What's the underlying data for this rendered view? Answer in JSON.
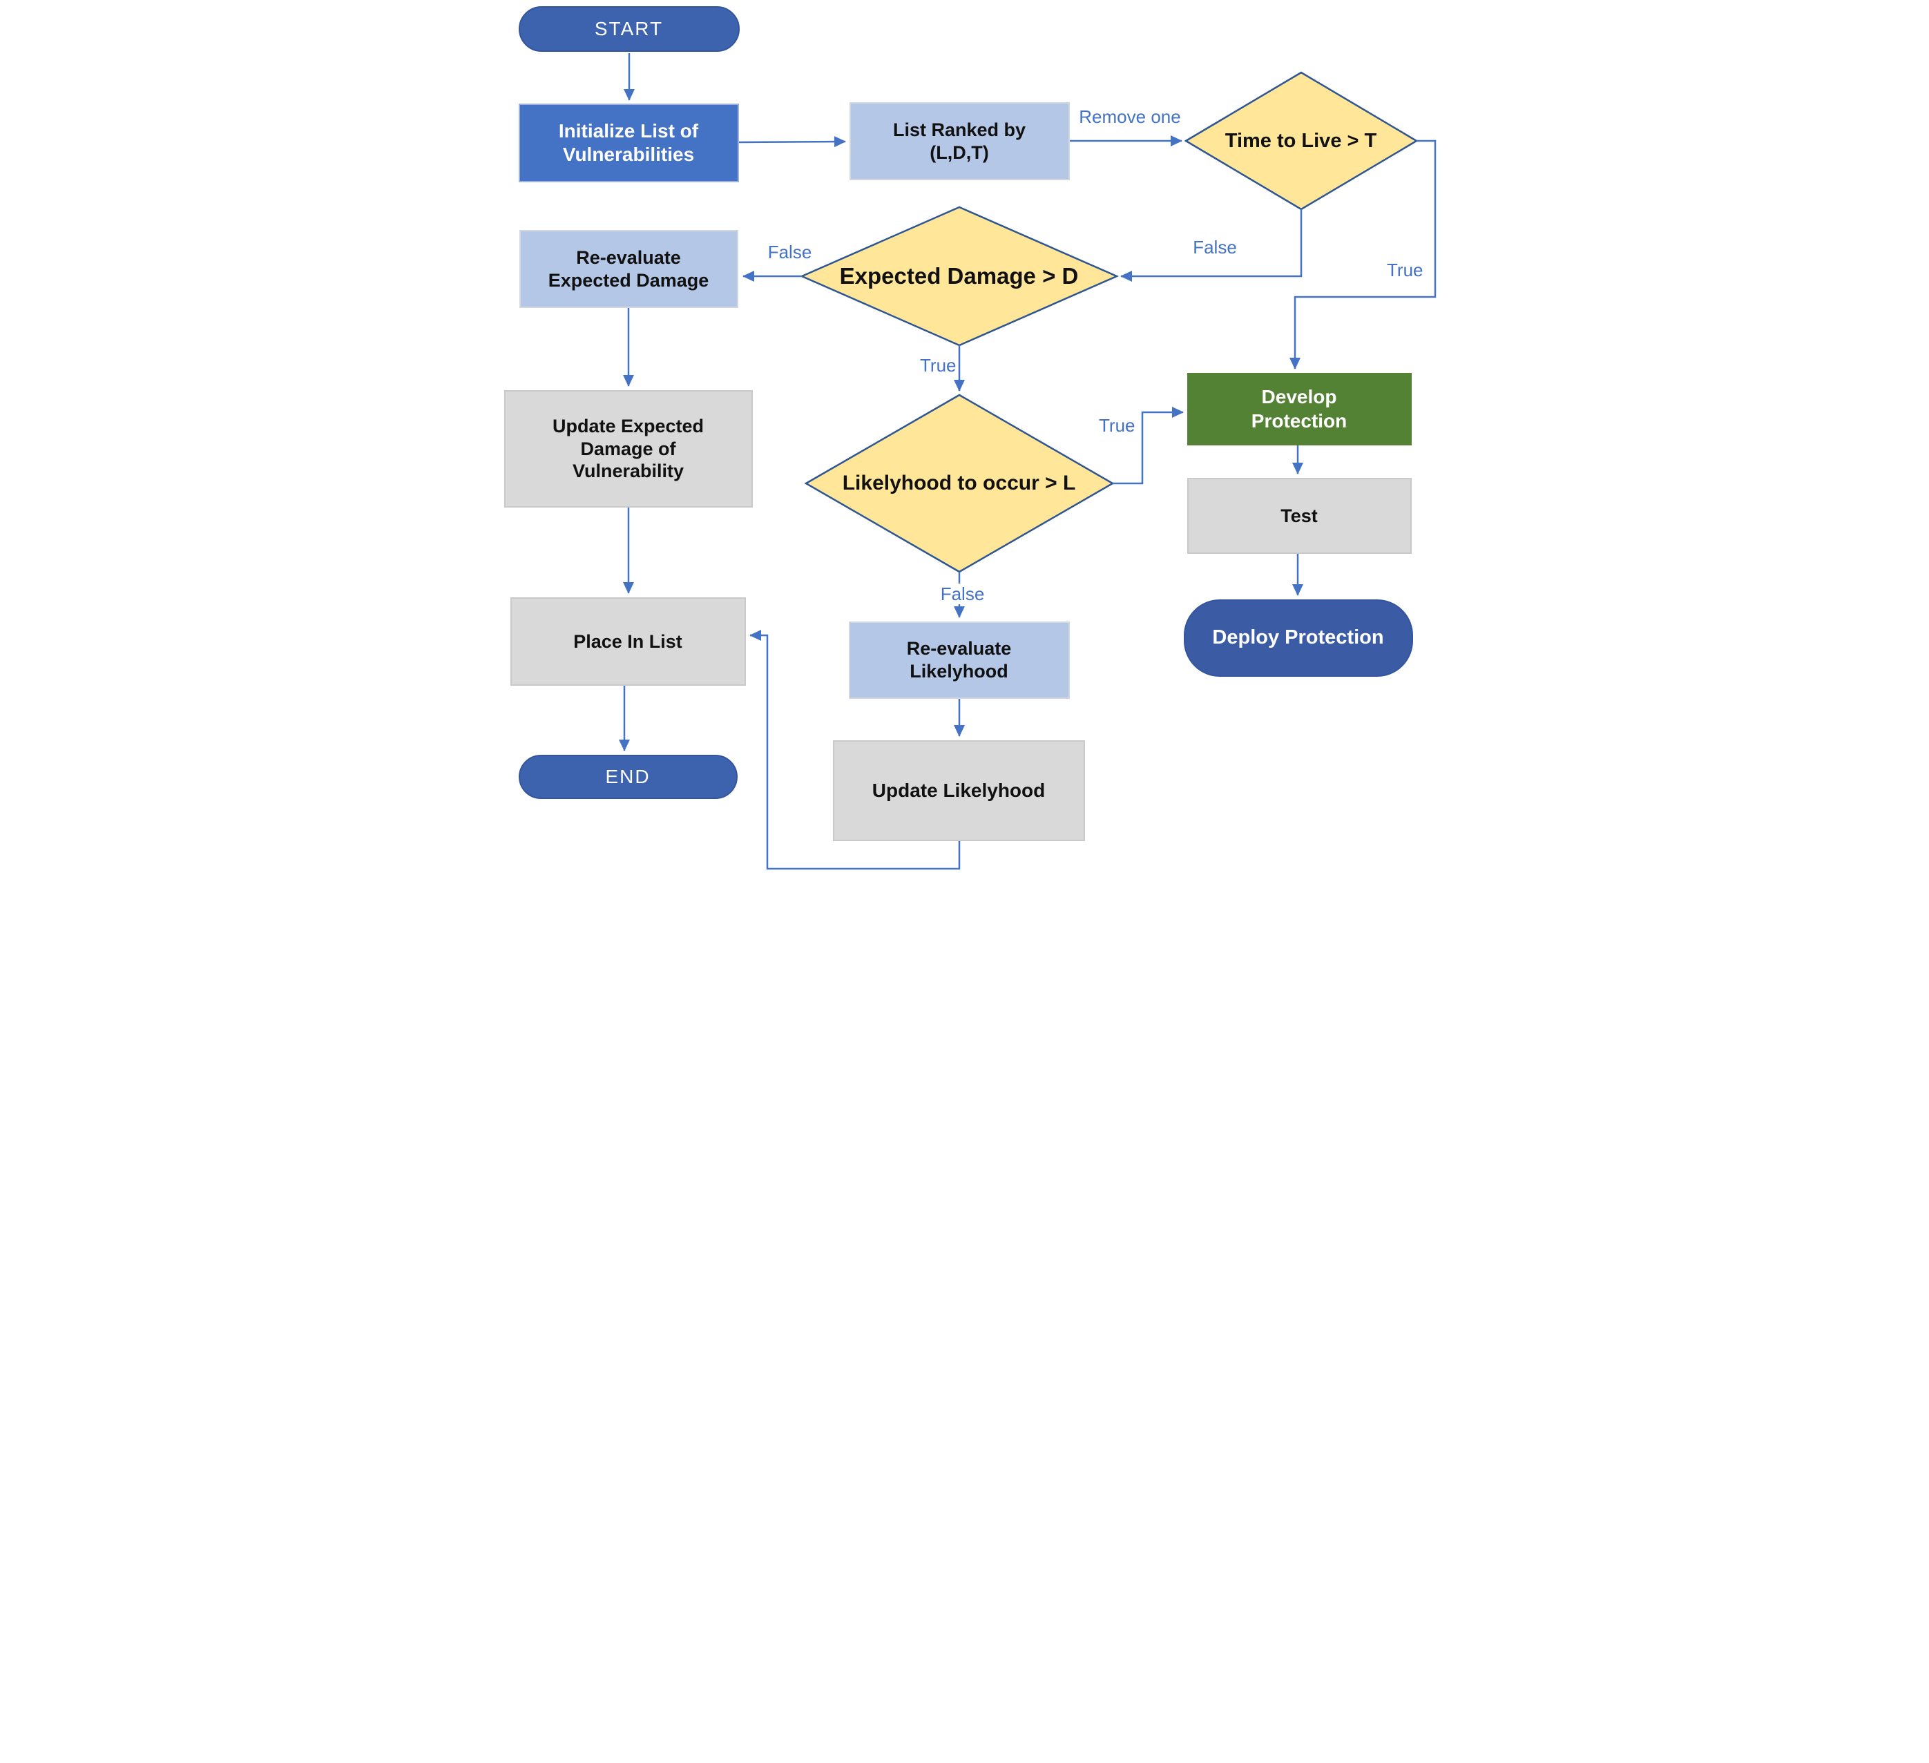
{
  "colors": {
    "arrow_blue": "#4472C4",
    "process_blue": "#4472C4",
    "process_light_blue": "#B4C7E7",
    "process_gray": "#D9D9D9",
    "process_green": "#548235",
    "terminator_blue": "#3E63AE",
    "diamond_fill": "#FFE699",
    "diamond_border": "#2E5693"
  },
  "nodes": {
    "start": {
      "label": "START",
      "type": "terminator"
    },
    "initialize": {
      "label": "Initialize List of\nVulnerabilities",
      "type": "process"
    },
    "list_ranked": {
      "label": "List Ranked by\n(L,D,T)",
      "type": "process"
    },
    "time_to_live": {
      "label": "Time to Live > T",
      "type": "decision"
    },
    "expected_damage": {
      "label": "Expected Damage > D",
      "type": "decision"
    },
    "reevaluate_expected": {
      "label": "Re-evaluate\nExpected Damage",
      "type": "process"
    },
    "update_expected": {
      "label": "Update Expected\nDamage of\nVulnerability",
      "type": "process"
    },
    "place_in_list": {
      "label": "Place In List",
      "type": "process"
    },
    "end": {
      "label": "END",
      "type": "terminator"
    },
    "likelyhood": {
      "label": "Likelyhood to occur > L",
      "type": "decision"
    },
    "reevaluate_likelyhood": {
      "label": "Re-evaluate\nLikelyhood",
      "type": "process"
    },
    "update_likelyhood": {
      "label": "Update Likelyhood",
      "type": "process"
    },
    "develop_protection": {
      "label": "Develop\nProtection",
      "type": "process"
    },
    "test": {
      "label": "Test",
      "type": "process"
    },
    "deploy_protection": {
      "label": "Deploy Protection",
      "type": "terminator"
    }
  },
  "edge_labels": {
    "remove_one": "Remove one",
    "ttl_true": "True",
    "ttl_false": "False",
    "exp_false": "False",
    "exp_true": "True",
    "lik_true": "True",
    "lik_false": "False"
  }
}
